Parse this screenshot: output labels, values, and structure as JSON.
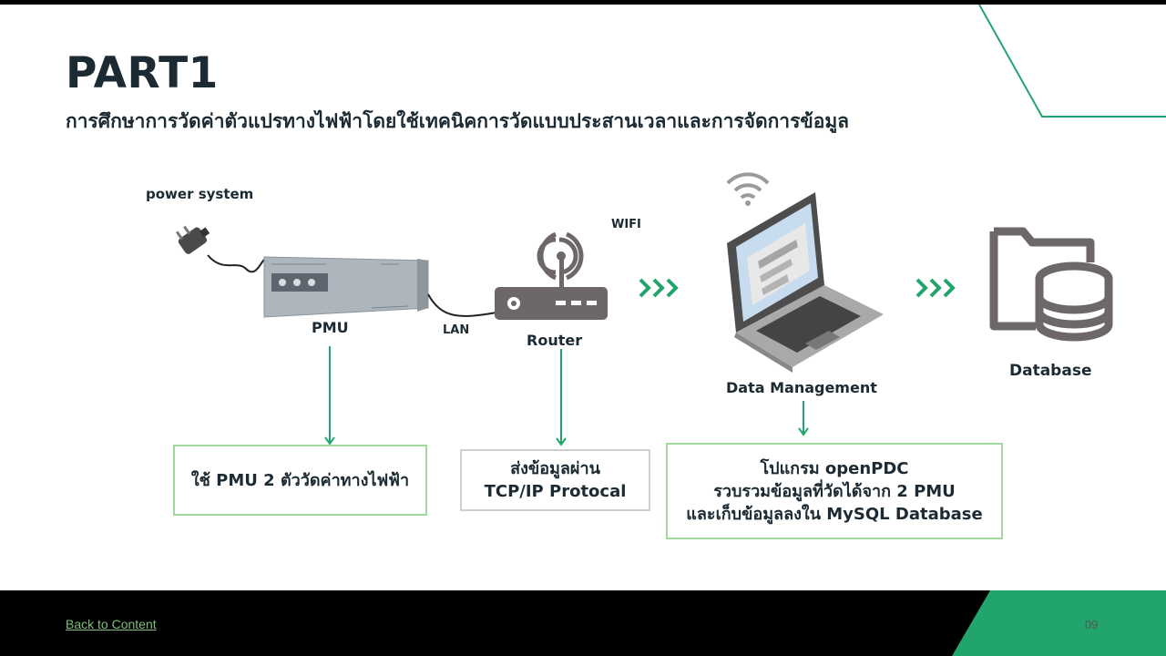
{
  "slide": {
    "title": "PART1",
    "subtitle": "การศึกษาการวัดค่าตัวแปรทางไฟฟ้าโดยใช้เทคนิคการวัดแบบประสานเวลาและการจัดการข้อมูล"
  },
  "diagram": {
    "power_system_label": "power system",
    "pmu_label": "PMU",
    "lan_label": "LAN",
    "router_label": "Router",
    "wifi_label": "WIFI",
    "data_management_label": "Data Management",
    "database_label": "Database",
    "pmu_note": "ใช้ PMU 2 ตัววัดค่าทางไฟฟ้า",
    "router_note": [
      "ส่งข้อมูลผ่าน",
      "TCP/IP Protocal"
    ],
    "data_note": [
      "โปแกรม openPDC",
      "รวบรวมข้อมูลที่วัดได้จาก 2 PMU",
      "และเก็บข้อมูลลงใน MySQL Database"
    ]
  },
  "footer": {
    "back_link": "Back to Content",
    "page_number": "09"
  },
  "colors": {
    "accent_green": "#21a56c",
    "box_border": "#9ed89a",
    "text_dark": "#1c2b33",
    "icon_gray": "#6e6767"
  }
}
